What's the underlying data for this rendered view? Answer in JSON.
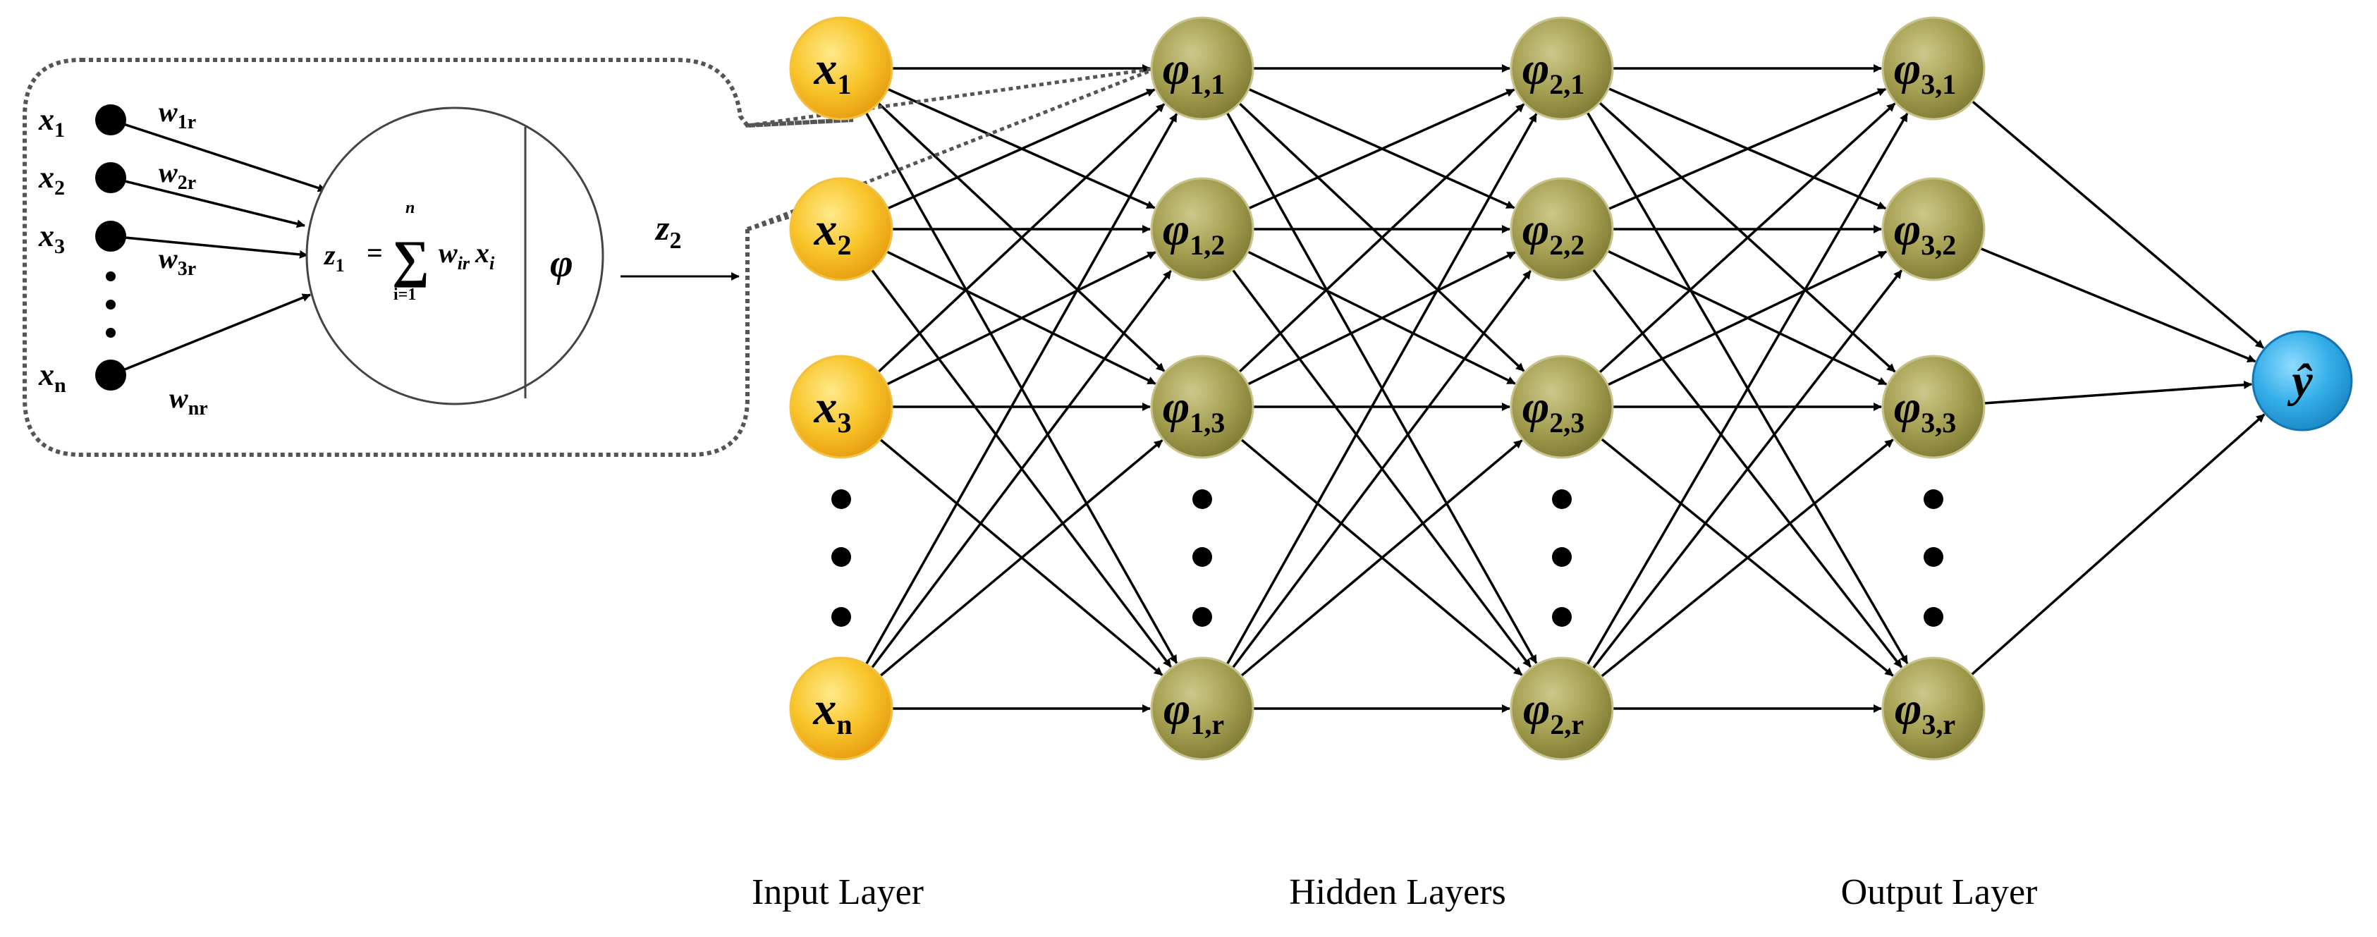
{
  "colors": {
    "input_node": "#f6b81c",
    "hidden_node": "#999341",
    "output_node": "#2aa6e0",
    "line": "#000000"
  },
  "layers": {
    "input_label": "Input Layer",
    "hidden_label": "Hidden Layers",
    "output_label": "Output Layer"
  },
  "input_nodes": [
    {
      "main": "x",
      "sub": "1"
    },
    {
      "main": "x",
      "sub": "2"
    },
    {
      "main": "x",
      "sub": "3"
    },
    {
      "main": "x",
      "sub": "n"
    }
  ],
  "hidden1_nodes": [
    {
      "main": "φ",
      "sub": "1,1"
    },
    {
      "main": "φ",
      "sub": "1,2"
    },
    {
      "main": "φ",
      "sub": "1,3"
    },
    {
      "main": "φ",
      "sub": "1,r"
    }
  ],
  "hidden2_nodes": [
    {
      "main": "φ",
      "sub": "2,1"
    },
    {
      "main": "φ",
      "sub": "2,2"
    },
    {
      "main": "φ",
      "sub": "2,3"
    },
    {
      "main": "φ",
      "sub": "2,r"
    }
  ],
  "hidden3_nodes": [
    {
      "main": "φ",
      "sub": "3,1"
    },
    {
      "main": "φ",
      "sub": "3,2"
    },
    {
      "main": "φ",
      "sub": "3,3"
    },
    {
      "main": "φ",
      "sub": "3,r"
    }
  ],
  "output_node": {
    "main": "ŷ"
  },
  "neuron_detail": {
    "inputs": [
      {
        "main": "x",
        "sub": "1"
      },
      {
        "main": "x",
        "sub": "2"
      },
      {
        "main": "x",
        "sub": "3"
      },
      {
        "main": "x",
        "sub": "n"
      }
    ],
    "weights": [
      {
        "main": "w",
        "sub": "1r"
      },
      {
        "main": "w",
        "sub": "2r"
      },
      {
        "main": "w",
        "sub": "3r"
      },
      {
        "main": "w",
        "sub": "nr"
      }
    ],
    "sum_lhs": "z",
    "sum_lhs_sub": "1",
    "sum_equals": "=",
    "sum_symbol": "∑",
    "sum_upper": "n",
    "sum_lower": "i=1",
    "sum_term_w": "w",
    "sum_term_w_sub": "ir",
    "sum_term_x": "x",
    "sum_term_x_sub": "i",
    "activation": "φ",
    "output": "z",
    "output_sub": "2"
  }
}
